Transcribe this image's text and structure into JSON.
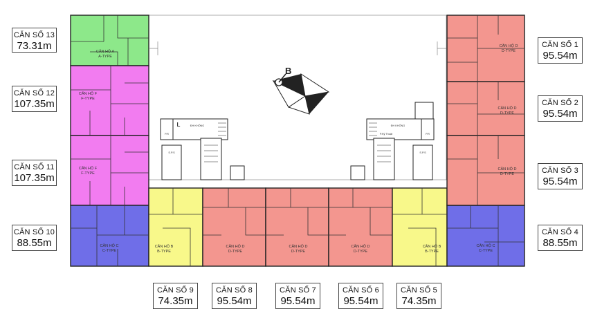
{
  "callouts": [
    {
      "id": "13",
      "title": "CĂN SỐ 13",
      "area": "73.31m"
    },
    {
      "id": "12",
      "title": "CĂN SỐ 12",
      "area": "107.35m"
    },
    {
      "id": "11",
      "title": "CĂN SỐ 11",
      "area": "107.35m"
    },
    {
      "id": "10",
      "title": "CĂN SỐ 10",
      "area": "88.55m"
    },
    {
      "id": "9",
      "title": "CĂN SỐ 9",
      "area": "74.35m"
    },
    {
      "id": "8",
      "title": "CĂN SỐ 8",
      "area": "95.54m"
    },
    {
      "id": "7",
      "title": "CĂN SỐ 7",
      "area": "95.54m"
    },
    {
      "id": "6",
      "title": "CĂN SỐ 6",
      "area": "95.54m"
    },
    {
      "id": "5",
      "title": "CĂN SỐ 5",
      "area": "74.35m"
    },
    {
      "id": "4",
      "title": "CĂN SỐ 4",
      "area": "88.55m"
    },
    {
      "id": "3",
      "title": "CĂN SỐ 3",
      "area": "95.54m"
    },
    {
      "id": "2",
      "title": "CĂN SỐ 2",
      "area": "95.54m"
    },
    {
      "id": "1",
      "title": "CĂN SỐ 1",
      "area": "95.54m"
    }
  ],
  "units": {
    "u13": {
      "name": "CĂN HỘ A",
      "type": "A-TYPE"
    },
    "u12": {
      "name": "CĂN HỘ F",
      "type": "F-TYPE"
    },
    "u11": {
      "name": "CĂN HỘ F",
      "type": "F-TYPE"
    },
    "u10": {
      "name": "CĂN HỘ C",
      "type": "C-TYPE"
    },
    "u9": {
      "name": "CĂN HỘ B",
      "type": "B-TYPE"
    },
    "u8": {
      "name": "CĂN HỘ D",
      "type": "D-TYPE"
    },
    "u7": {
      "name": "CĂN HỘ D",
      "type": "D-TYPE"
    },
    "u6": {
      "name": "CĂN HỘ D",
      "type": "D-TYPE"
    },
    "u5": {
      "name": "CĂN HỘ B",
      "type": "B-TYPE"
    },
    "u4": {
      "name": "CĂN HỘ C",
      "type": "C-TYPE"
    },
    "u3": {
      "name": "CĂN HỘ D",
      "type": "D-TYPE"
    },
    "u2": {
      "name": "CĂN HỘ D",
      "type": "D-TYPE"
    },
    "u1": {
      "name": "CĂN HỘ D",
      "type": "D-TYPE"
    }
  },
  "core_labels": {
    "stair_left": "L",
    "hall_left": "ĐH KHÔNG",
    "hall_right": "ĐH KHÔNG",
    "shaft_a": "P.R",
    "shaft_b": "P.R",
    "lobby_left": "S.P.S",
    "lobby_right": "S.P.S",
    "lift_note": "P.Kỹ Thuật"
  },
  "compass": {
    "letter": "B"
  },
  "colors": {
    "type_a": "#8de88a",
    "type_f": "#f27cf0",
    "type_c": "#6f6ee8",
    "type_b": "#f8f88a",
    "type_d": "#f3968f",
    "wall": "#222222"
  }
}
